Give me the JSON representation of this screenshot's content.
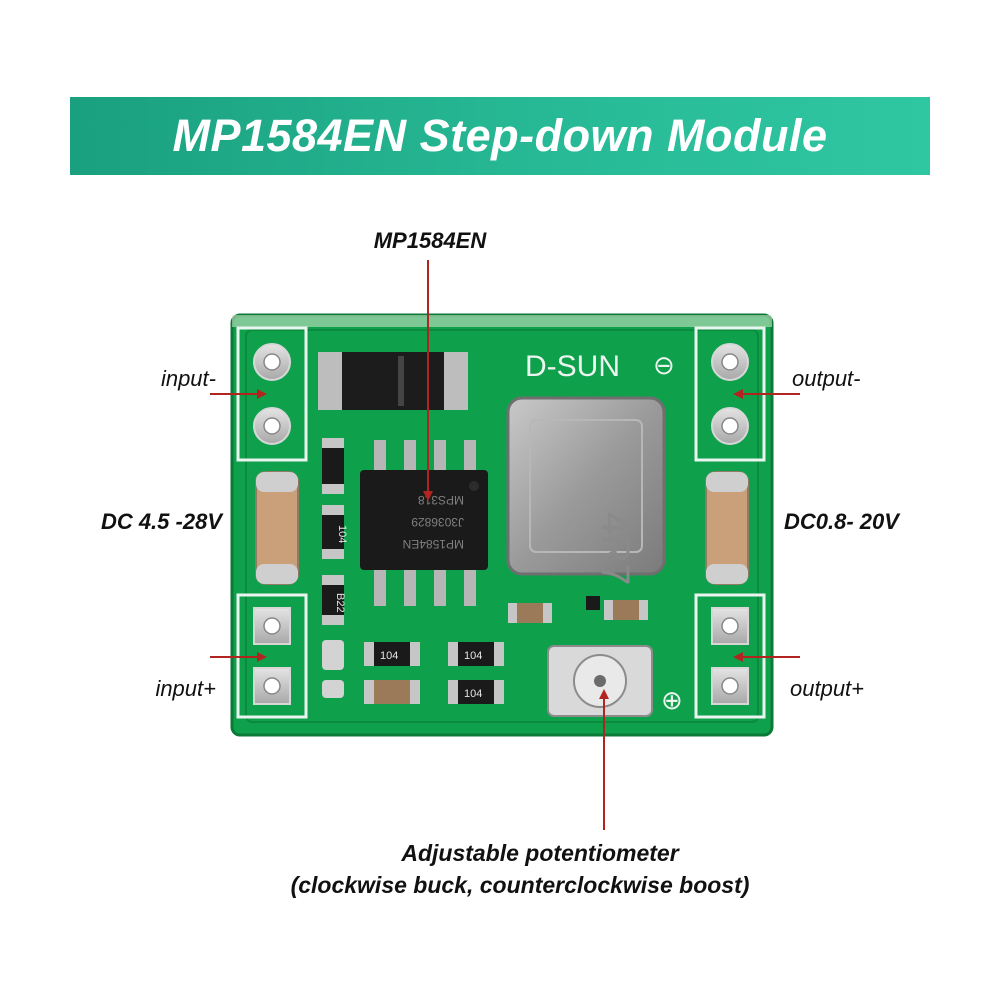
{
  "banner": {
    "title": "MP1584EN Step-down Module"
  },
  "callouts": {
    "chip": "MP1584EN",
    "input_minus": "input-",
    "input_plus": "input+",
    "output_minus": "output-",
    "output_plus": "output+",
    "input_voltage": "DC 4.5 -28V",
    "output_voltage": "DC0.8- 20V",
    "potentiometer_line1": "Adjustable potentiometer",
    "potentiometer_line2": "(clockwise buck, counterclockwise boost)"
  },
  "board": {
    "brand": "D-SUN",
    "minus_symbol": "⊖",
    "plus_symbol": "⊕",
    "chip_marking": [
      "MP1584EN",
      "J3036829",
      "MPS318"
    ],
    "resistor_codes": [
      "104",
      "B22",
      "104",
      "104",
      "104"
    ],
    "inductor_marking": "4R7"
  },
  "colors": {
    "banner": "#27b995",
    "pcb": "#0fa04c",
    "pcb_dark": "#0b7f3a",
    "arrow": "#b2241f",
    "silk": "#e9f5ee"
  }
}
